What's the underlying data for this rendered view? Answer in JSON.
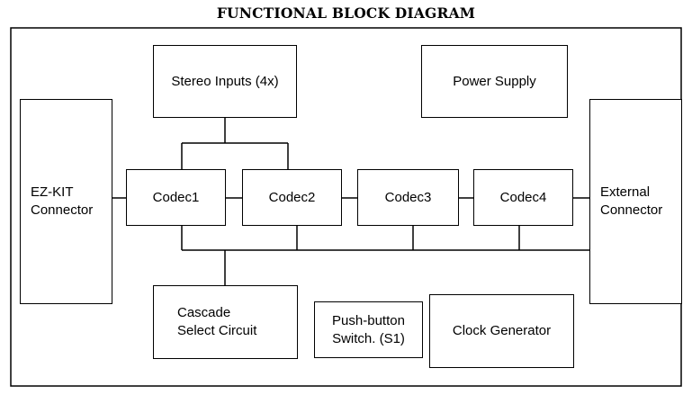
{
  "title": "FUNCTIONAL BLOCK DIAGRAM",
  "blocks": {
    "stereo_inputs": "Stereo Inputs (4x)",
    "power_supply": "Power Supply",
    "ezkit_connector": "EZ-KIT\nConnector",
    "external_connector": "External\nConnector",
    "codec1": "Codec1",
    "codec2": "Codec2",
    "codec3": "Codec3",
    "codec4": "Codec4",
    "cascade_select": "Cascade\nSelect Circuit",
    "pushbutton": "Push-button\nSwitch. (S1)",
    "clock_generator": "Clock Generator"
  }
}
